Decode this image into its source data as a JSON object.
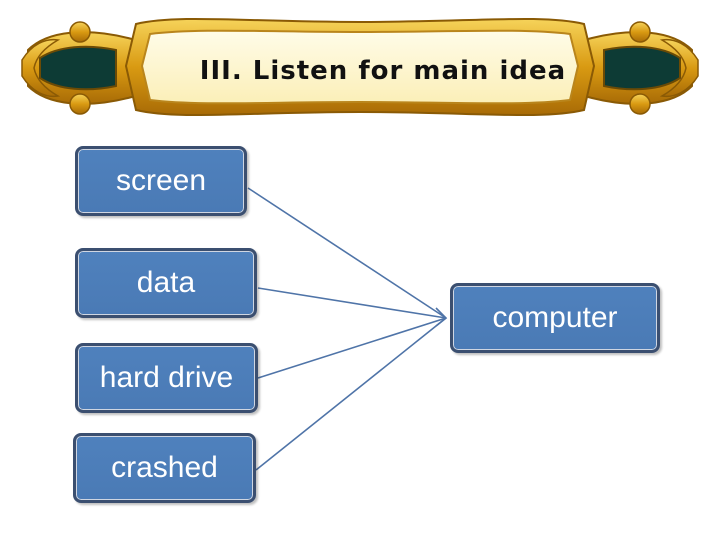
{
  "banner": {
    "title": "III. Listen for main idea"
  },
  "nodes": {
    "screen": "screen",
    "data": "data",
    "hard_drive": "hard drive",
    "crashed": "crashed",
    "computer": "computer"
  },
  "colors": {
    "box_fill": "#4f81bd",
    "box_border": "#3b4f70",
    "line": "#4f74a8",
    "banner_gold": "#e0a31a",
    "banner_dark": "#0d3b35",
    "banner_cream": "#fff6cf"
  }
}
